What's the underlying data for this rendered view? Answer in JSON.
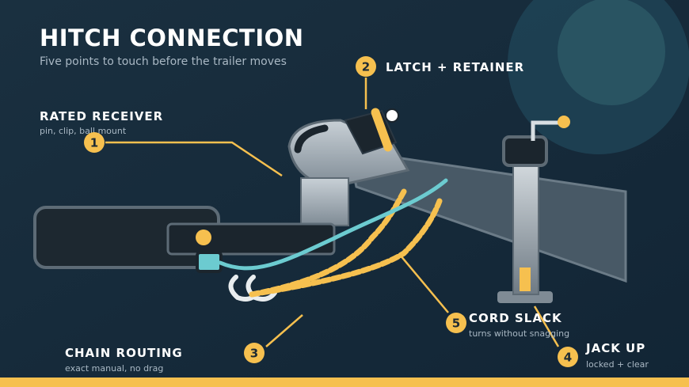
{
  "title": "HITCH CONNECTION",
  "subtitle": "Five points to touch before the trailer moves",
  "callouts": [
    {
      "number": "1",
      "label": "RATED RECEIVER",
      "detail": "pin, clip, ball mount"
    },
    {
      "number": "2",
      "label": "LATCH + RETAINER",
      "detail": ""
    },
    {
      "number": "3",
      "label": "CHAIN ROUTING",
      "detail": "exact manual, no drag"
    },
    {
      "number": "4",
      "label": "JACK UP",
      "detail": "locked + clear"
    },
    {
      "number": "5",
      "label": "CORD SLACK",
      "detail": "turns without snagging"
    }
  ],
  "colors": {
    "background": "#15293a",
    "accent": "#f6c04f",
    "cord": "#6ccbd0",
    "frame": "#485966",
    "steel": "#b9c3cb",
    "dark": "#1b252d"
  }
}
